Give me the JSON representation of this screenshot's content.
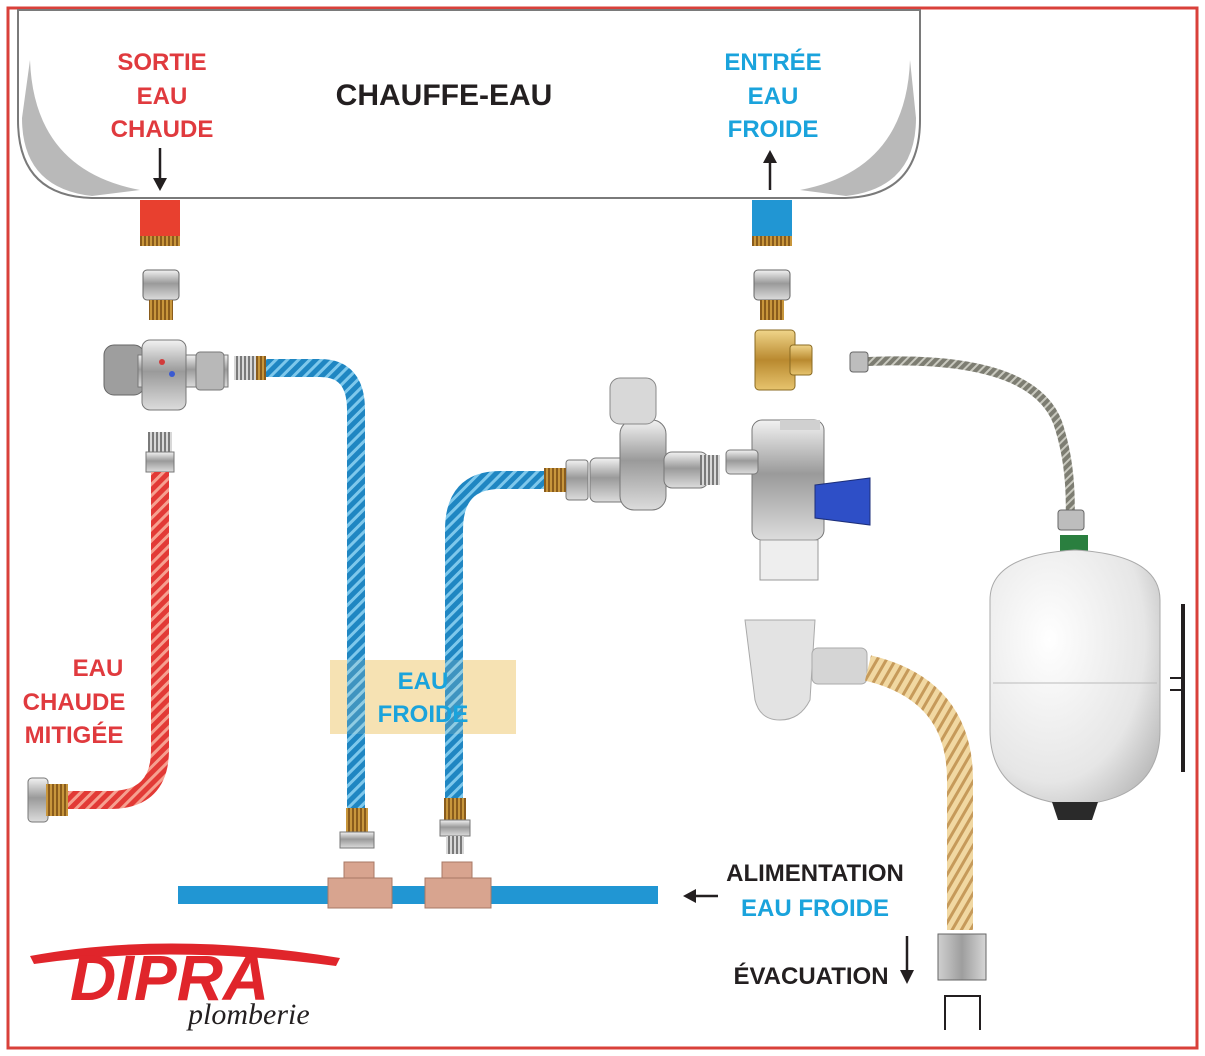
{
  "title": "CHAUFFE-EAU",
  "labels": {
    "hot_out": [
      "SORTIE",
      "EAU",
      "CHAUDE"
    ],
    "cold_in": [
      "ENTRÉE",
      "EAU",
      "FROIDE"
    ],
    "mixed": [
      "EAU",
      "CHAUDE",
      "MITIGÉE"
    ],
    "cold_box": [
      "EAU",
      "FROIDE"
    ],
    "supply": [
      "ALIMENTATION",
      "EAU FROIDE"
    ],
    "drain": "ÉVACUATION"
  },
  "brand": {
    "name": "DIPRA",
    "sub": "plomberie"
  },
  "colors": {
    "hot": "#e03a3e",
    "cold": "#1f9bd7",
    "cold_label": "#1aa3dc",
    "frame": "#d9403a",
    "text": "#231f20",
    "box": "#f6e2b3",
    "copper": "#d8a48f",
    "brass": "#c9a24d"
  }
}
